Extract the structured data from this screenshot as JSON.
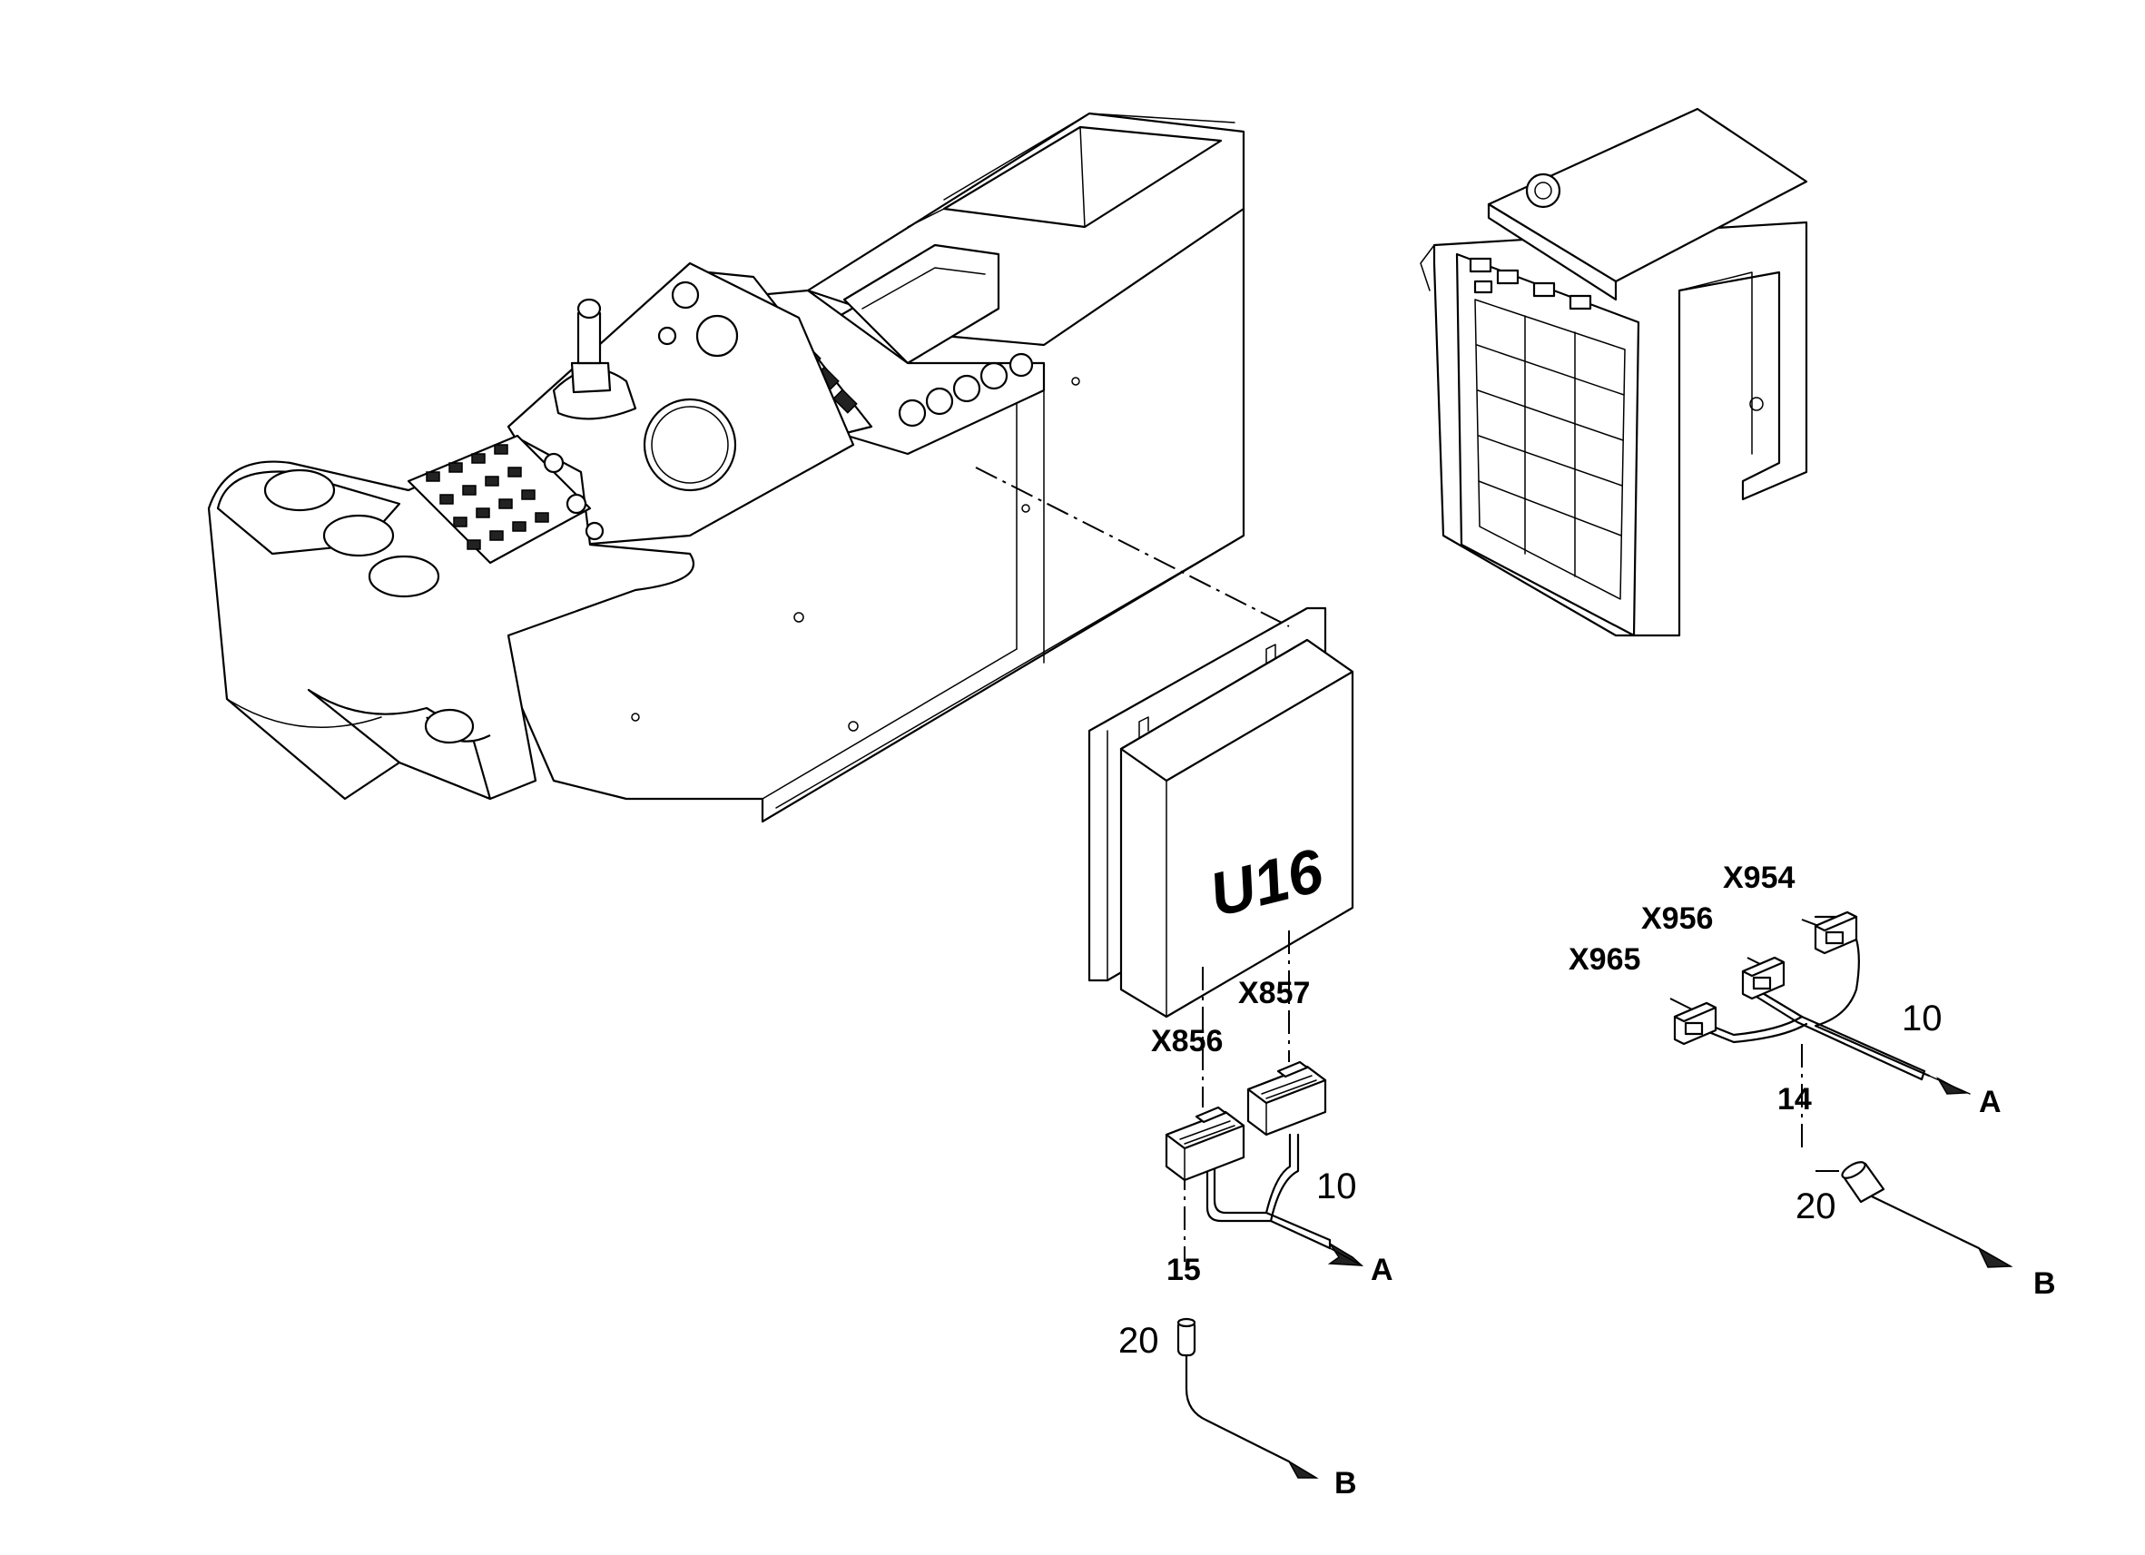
{
  "labels": {
    "module": "U16",
    "x857": "X857",
    "x856": "X856",
    "x954": "X954",
    "x956": "X956",
    "x965": "X965",
    "harness_left": "10",
    "harness_right": "10",
    "ref_15": "15",
    "ref_14": "14",
    "cap_left": "20",
    "cap_right": "20",
    "a_left": "A",
    "a_right": "A",
    "b_left": "B",
    "b_right": "B"
  },
  "icons": {
    "operator_console": "console-illustration",
    "relay_panel": "relay-panel-illustration",
    "control_unit": "control-unit-box",
    "connector": "connector-plug-icon",
    "arrow": "arrow-right-icon"
  },
  "colors": {
    "ink": "#000000",
    "paper": "#ffffff"
  }
}
